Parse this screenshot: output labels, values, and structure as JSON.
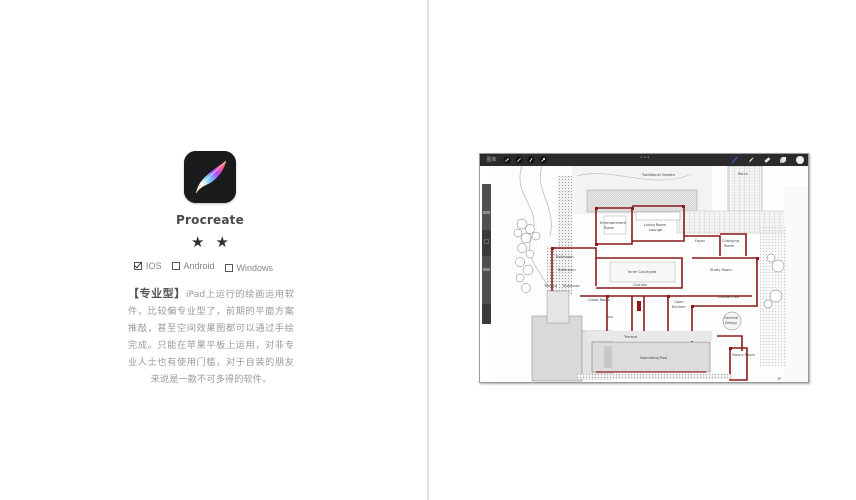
{
  "app": {
    "name": "Procreate",
    "icon": "procreate-brush-icon",
    "rating": {
      "stars": 2,
      "star_glyph": "★"
    },
    "platforms": [
      {
        "label": "IOS",
        "checked": true
      },
      {
        "label": "Android",
        "checked": false
      },
      {
        "label": "Windows",
        "checked": false
      }
    ],
    "description": {
      "tag": "【专业型】",
      "text": "iPad上运行的绘画运用软件，比较偏专业型了，前期的平面方案推敲，甚至空间效果图都可以通过手绘完成。只能在苹果平板上运用，对非专业人士也有使用门槛，对于自装的朋友来说是一款不可多得的软件。"
    }
  },
  "screenshot": {
    "toolbar": {
      "gallery_label": "图库",
      "left_tools": [
        "wrench-icon",
        "magic-wand-icon",
        "selection-icon",
        "transform-icon"
      ],
      "center_handle": "•••",
      "right_tools": [
        "brush-icon",
        "smudge-icon",
        "eraser-icon",
        "layers-icon",
        "color-swatch"
      ],
      "active_tool_color": "#3355aa",
      "current_color": "#f2f2f2"
    },
    "floor_plan": {
      "rooms": [
        "Traditional Garden",
        "Porch",
        "Entertainment Room",
        "Living Room Lounge",
        "Foyer",
        "Changing Room",
        "Bathroom",
        "Bathroom",
        "Inner Courtyard",
        "Study Room",
        "Terrace",
        "Staircase",
        "Corridor",
        "Guest Room",
        "Spa",
        "Open Kitchen",
        "Casual Café",
        "General Dining",
        "Terrace",
        "Swimming Pool",
        "Nanny Room"
      ],
      "floor_label": "1F",
      "wall_color": "#8b1a1a"
    }
  }
}
